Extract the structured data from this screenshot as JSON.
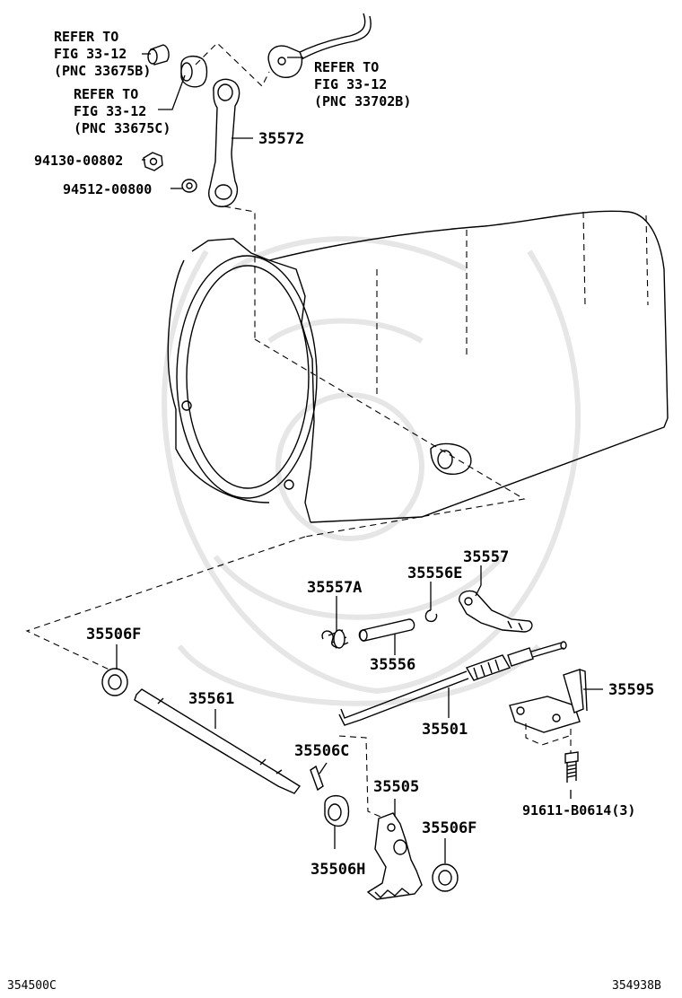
{
  "references": [
    {
      "id": "ref-33675b",
      "lines": [
        "REFER TO",
        "FIG 33-12",
        "(PNC 33675B)"
      ]
    },
    {
      "id": "ref-33675c",
      "lines": [
        "REFER TO",
        "FIG 33-12",
        "(PNC 33675C)"
      ]
    },
    {
      "id": "ref-33702b",
      "lines": [
        "REFER TO",
        "FIG 33-12",
        "(PNC 33702B)"
      ]
    }
  ],
  "parts": {
    "p35572": "35572",
    "p94130": "94130-00802",
    "p94512": "94512-00800",
    "p35557": "35557",
    "p35556E": "35556E",
    "p35557A": "35557A",
    "p35506F_a": "35506F",
    "p35556": "35556",
    "p35595": "35595",
    "p35561": "35561",
    "p35501": "35501",
    "p35506C": "35506C",
    "p35505": "35505",
    "p35506F_b": "35506F",
    "p91611": "91611-B0614(3)",
    "p35506H": "35506H"
  },
  "footer": {
    "left_code": "354500C",
    "right_code": "354938B"
  }
}
